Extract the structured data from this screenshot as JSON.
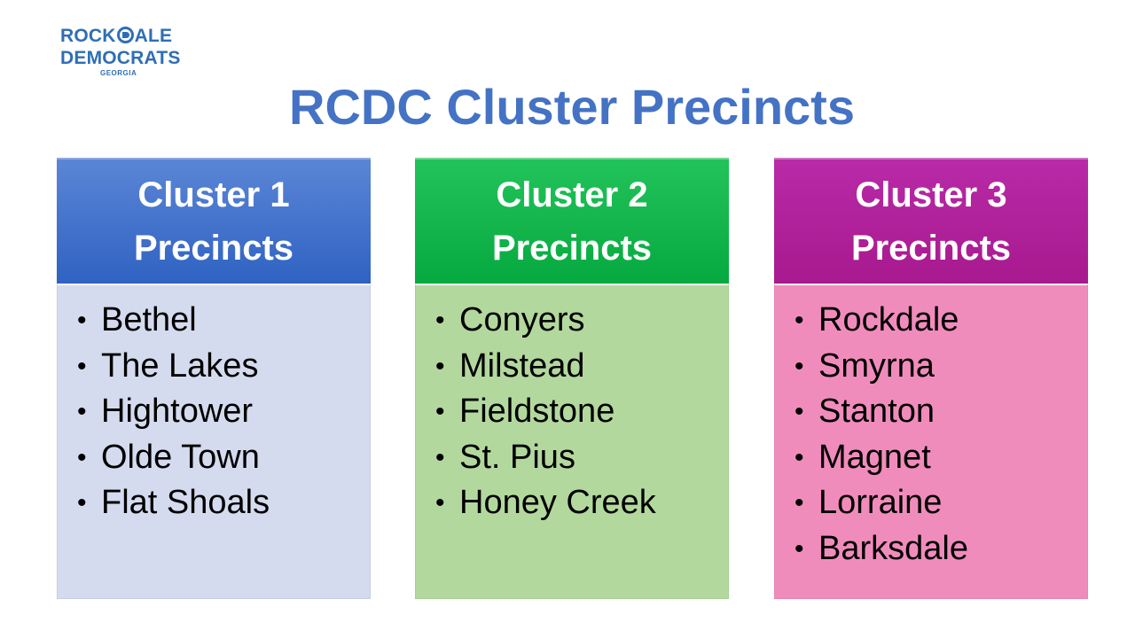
{
  "logo": {
    "line1_a": "ROCK",
    "line1_b": "ALE",
    "line2": "DEMOCRATS",
    "sub": "GEORGIA"
  },
  "title": "RCDC Cluster Precincts",
  "clusters": [
    {
      "header_line1": "Cluster 1",
      "header_line2": "Precincts",
      "items": [
        "Bethel",
        "The Lakes",
        "Hightower",
        "Olde Town",
        "Flat Shoals"
      ]
    },
    {
      "header_line1": "Cluster 2",
      "header_line2": "Precincts",
      "items": [
        "Conyers",
        "Milstead",
        "Fieldstone",
        "St. Pius",
        "Honey Creek"
      ]
    },
    {
      "header_line1": "Cluster 3",
      "header_line2": "Precincts",
      "items": [
        "Rockdale",
        "Smyrna",
        "Stanton",
        "Magnet",
        "Lorraine",
        "Barksdale"
      ]
    }
  ],
  "colors": {
    "title": "#4472c4",
    "cluster1_header": "#4472c4",
    "cluster1_body": "#d5dbee",
    "cluster2_header": "#00b050",
    "cluster2_body": "#b3d89e",
    "cluster3_header": "#b01e9e",
    "cluster3_body": "#f08cbc"
  }
}
